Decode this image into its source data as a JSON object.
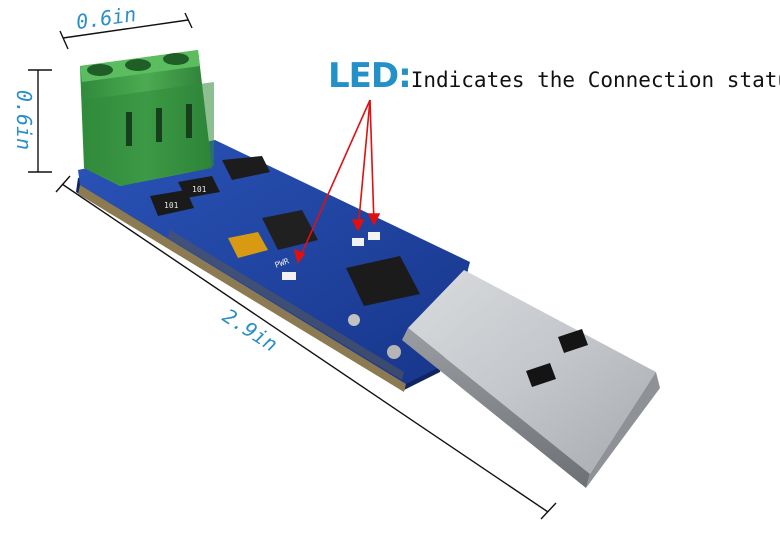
{
  "dimensions": {
    "top_width": "0.6in",
    "left_height": "0.6in",
    "length": "2.9in"
  },
  "callout": {
    "title": "LED:",
    "text": "Indicates the Connection status"
  },
  "board_markings": {
    "resistor_1": "101",
    "resistor_2": "101",
    "pwr": "PWR"
  },
  "colors": {
    "dimension_text": "#2a8fc6",
    "callout_title": "#2391c8",
    "arrow": "#e01010",
    "pcb": "#1d3f9e",
    "terminal": "#3e9b44",
    "usb_metal": "#b9bcc0"
  }
}
